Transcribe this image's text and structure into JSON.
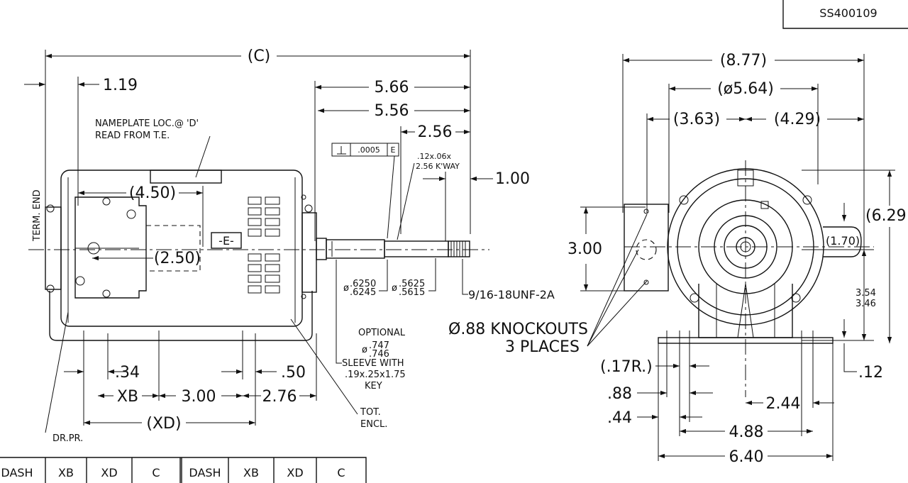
{
  "drawing": {
    "part_number": "SS400109",
    "side_view": {
      "dim_c": "(C)",
      "dim_1_19": "1.19",
      "dim_5_66": "5.66",
      "dim_5_56": "5.56",
      "dim_2_56": "2.56",
      "dim_1_00": "1.00",
      "dim_4_50": "(4.50)",
      "dim_2_50": "(2.50)",
      "nameplate_line1": "NAMEPLATE LOC.@ 'D'",
      "nameplate_line2": "READ FROM T.E.",
      "term_end": "TERM. END",
      "e_label": "-E-",
      "tolerance_value": ".0005",
      "tolerance_datum": "E",
      "keyway_line1": ".12x.06x",
      "keyway_line2": "2.56 K'WAY",
      "shaft_d1_top": ".6250",
      "shaft_d1_bot": ".6245",
      "shaft_d2_top": ".5625",
      "shaft_d2_bot": ".5615",
      "thread": "9/16-18UNF-2A",
      "optional": "OPTIONAL",
      "opt_d_top": ".747",
      "opt_d_bot": ".746",
      "sleeve_line1": "SLEEVE WITH",
      "sleeve_line2": ".19x.25x1.75",
      "sleeve_line3": "KEY",
      "tot_line1": "TOT.",
      "tot_line2": "ENCL.",
      "dim_34": ".34",
      "dim_50": ".50",
      "dim_xb": "XB",
      "dim_3_00": "3.00",
      "dim_2_76": "2.76",
      "dim_xd": "(XD)",
      "dr_pr": "DR.PR.",
      "phi": "ø"
    },
    "end_view": {
      "dim_8_77": "(8.77)",
      "dim_5_64": "(ø5.64)",
      "dim_3_63": "(3.63)",
      "dim_4_29": "(4.29)",
      "dim_6_29": "(6.29",
      "dim_3_00": "3.00",
      "dim_1_70": "(1.70)",
      "dim_3_54": "3.54",
      "dim_3_46": "3.46",
      "dim_12": ".12",
      "knockouts_line1": "Ø.88 KNOCKOUTS",
      "knockouts_line2": "3 PLACES",
      "dim_17r": "(.17R.)",
      "dim_88": ".88",
      "dim_44": ".44",
      "dim_2_44": "2.44",
      "dim_4_88": "4.88",
      "dim_6_40": "6.40"
    },
    "table_headers": [
      "DASH",
      "XB",
      "XD",
      "C",
      "DASH",
      "XB",
      "XD",
      "C"
    ]
  }
}
